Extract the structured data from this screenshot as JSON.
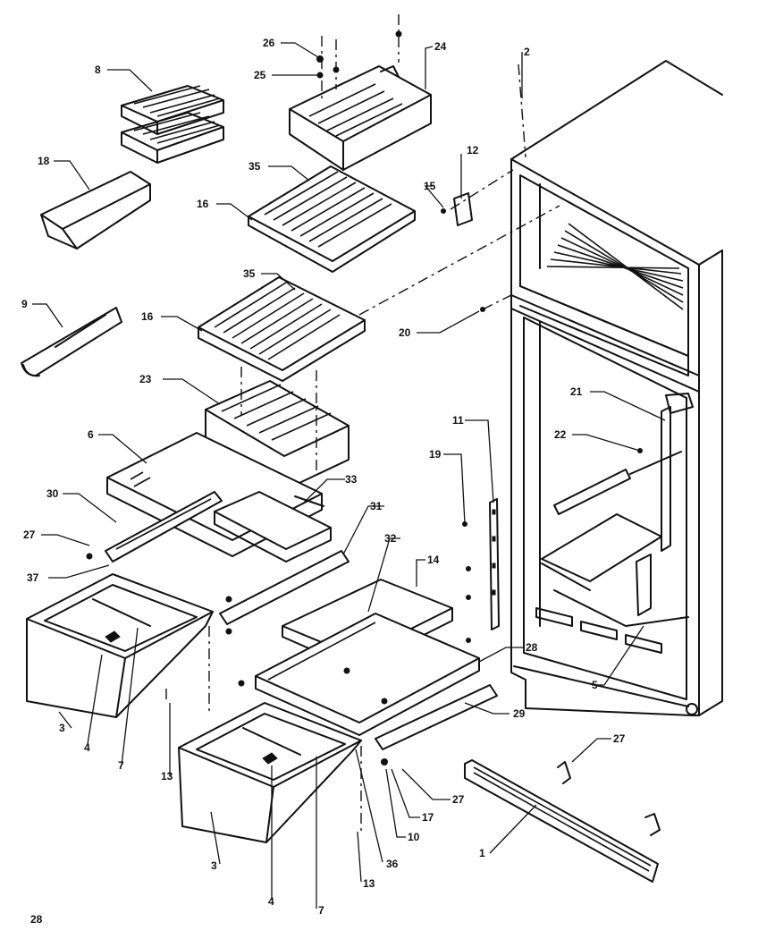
{
  "diagram": {
    "page_number": "28",
    "callouts": [
      "1",
      "2",
      "3",
      "3",
      "4",
      "4",
      "5",
      "6",
      "7",
      "7",
      "8",
      "9",
      "10",
      "11",
      "12",
      "13",
      "13",
      "14",
      "15",
      "16",
      "16",
      "17",
      "18",
      "19",
      "20",
      "21",
      "22",
      "23",
      "24",
      "25",
      "26",
      "27",
      "27",
      "28",
      "29",
      "30",
      "31",
      "32",
      "33",
      "35",
      "35",
      "36",
      "37"
    ]
  }
}
